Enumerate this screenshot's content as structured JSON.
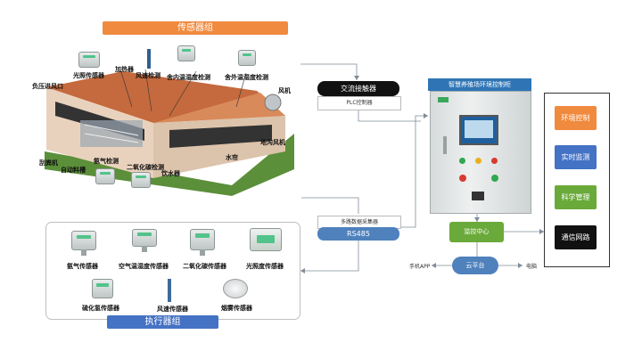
{
  "sensor_group": {
    "title": "传感器组"
  },
  "actuator_group": {
    "title": "执行器组"
  },
  "barn_labels": {
    "light_sensor": "光照传感器",
    "heater": "加热器",
    "wind_speed": "风速检测",
    "indoor_temp_humidity": "舍内温湿度检测",
    "outdoor_temp_humidity": "舍外温湿度检测",
    "negative_pressure_inlet": "负压进风口",
    "fan": "风机",
    "trench_fan": "地沟风机",
    "water_curtain": "水帘",
    "manure_machine": "刮粪机",
    "auto_feeder": "自动料槽",
    "ammonia_detection": "氨气检测",
    "co2_detection": "二氧化碳检测",
    "water_drinker": "饮水器"
  },
  "actuators": {
    "ammonia_sensor": "氨气传感器",
    "air_temp_humidity_sensor": "空气温湿度传感器",
    "co2_sensor": "二氧化碳传感器",
    "light_sensor": "光照度传感器",
    "h2s_sensor": "硫化氢传感器",
    "wind_speed_sensor": "风速传感器",
    "smoke_sensor": "烟雾传感器"
  },
  "middle": {
    "contactor": "交流接触器",
    "plc": "PLC控制器",
    "acquisition": "多路数据采集器",
    "rs485": "RS485"
  },
  "cabinet": {
    "title": "智慧养殖场环境控制柜"
  },
  "center": {
    "monitor": "监控中心",
    "cloud": "云平台",
    "phone": "手机APP",
    "pc": "电脑"
  },
  "functions": {
    "env_control": "环境控制",
    "realtime": "实时监测",
    "science": "科学管理",
    "comms": "通信网路"
  },
  "colors": {
    "orange": "#f08a3e",
    "blue": "#4472c4",
    "green": "#6aaa3a",
    "black": "#111111"
  }
}
